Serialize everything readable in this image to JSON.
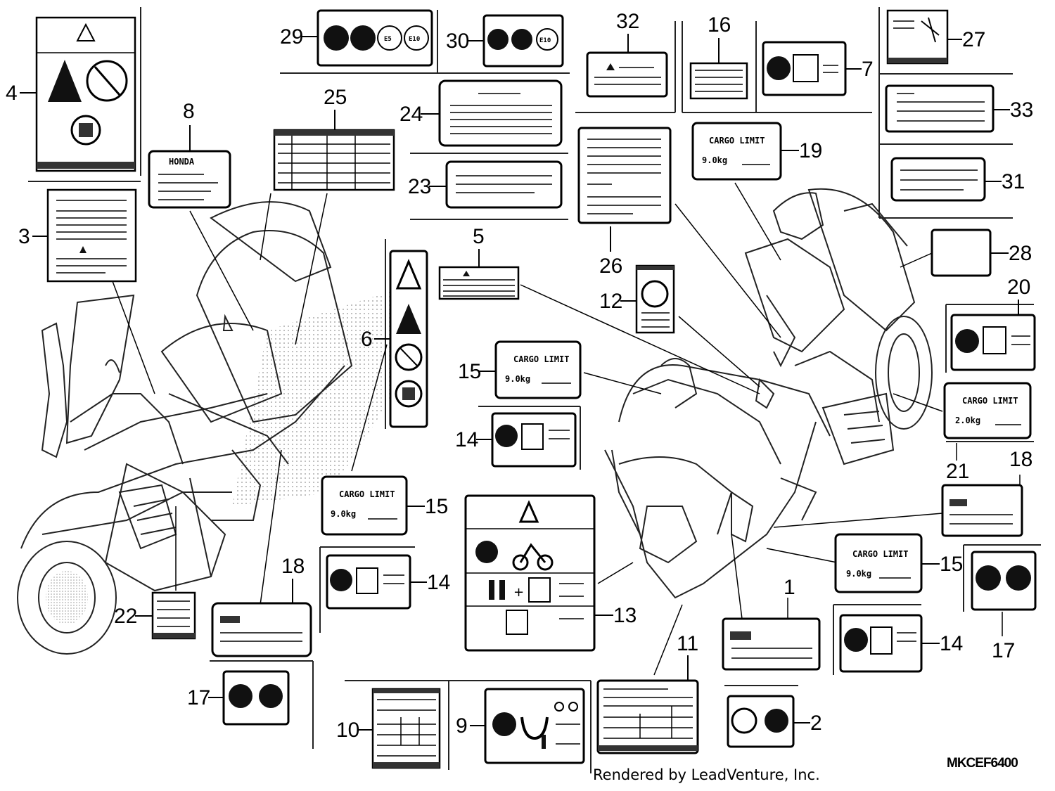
{
  "diagram": {
    "callouts": [
      "1",
      "2",
      "3",
      "4",
      "5",
      "6",
      "7",
      "8",
      "9",
      "10",
      "11",
      "12",
      "13",
      "14",
      "15",
      "16",
      "17",
      "18",
      "19",
      "20",
      "21",
      "22",
      "23",
      "24",
      "25",
      "26",
      "27",
      "28",
      "29",
      "30",
      "31",
      "32",
      "33"
    ],
    "label_text": {
      "cargo_limit": "CARGO LIMIT",
      "cargo_limit_9": "9.0kg",
      "cargo_limit_2": "2.0kg",
      "brand": "HONDA",
      "e5": "E5",
      "e10": "E10"
    },
    "drawing_code": "MKCEF6400",
    "credit": "Rendered by LeadVenture, Inc."
  }
}
